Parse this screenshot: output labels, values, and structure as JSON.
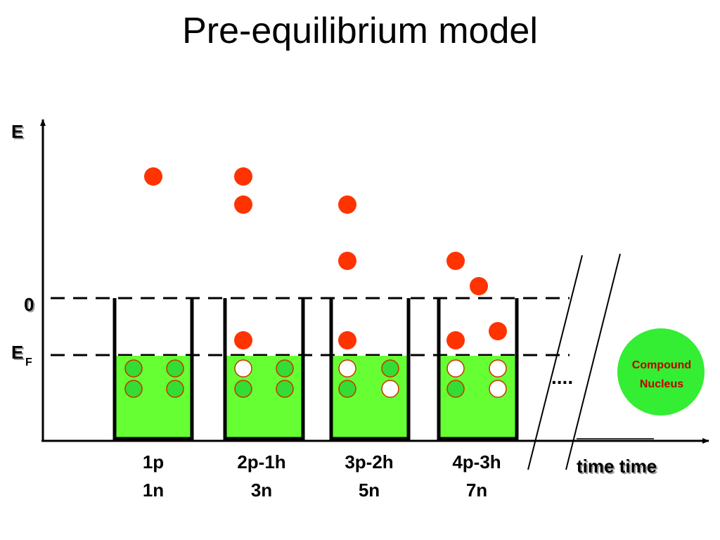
{
  "title": "Pre-equilibrium model",
  "axis": {
    "y_label": "E",
    "zero_label": "0",
    "fermi_main": "E",
    "fermi_sub": "F",
    "x_label": "time time"
  },
  "ellipsis": "....",
  "compound_nucleus": {
    "line1": "Compound",
    "line2": "Nucleus"
  },
  "colors": {
    "particle": "#ff3300",
    "filled_state": "#33dd33",
    "hole": "#ffffff",
    "well_fill": "#66ff33",
    "compound_fill": "#33ee33",
    "compound_text": "#c00000"
  },
  "stages": [
    {
      "label": "1p",
      "count": "1n"
    },
    {
      "label": "2p-1h",
      "count": "3n"
    },
    {
      "label": "3p-2h",
      "count": "5n"
    },
    {
      "label": "4p-3h",
      "count": "7n"
    }
  ]
}
